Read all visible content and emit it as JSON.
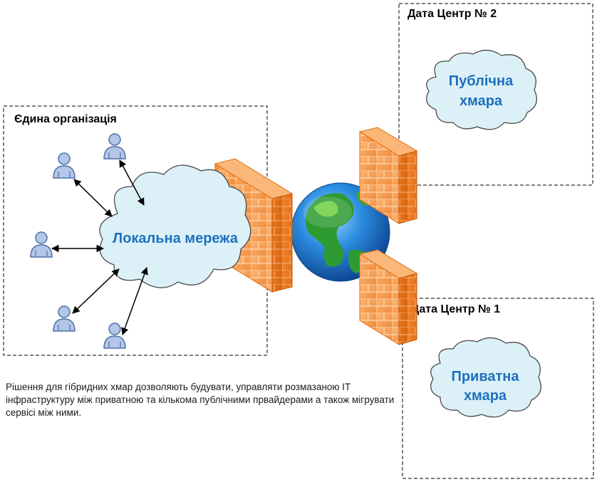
{
  "organization": {
    "title": "Єдина організація"
  },
  "local_network": {
    "label": "Локальна мережа"
  },
  "datacenter_2": {
    "title": "Дата Центр № 2",
    "cloud_line1": "Публічна",
    "cloud_line2": "хмара"
  },
  "datacenter_1": {
    "title": "Дата Центр № 1",
    "cloud_line1": "Приватна",
    "cloud_line2": "хмара"
  },
  "caption": "Рішення для гібридних хмар дозволяють будувати, управляти розмазаною IT інфраструктуру між приватною та кількома публічними првайдерами а також мігрувати сервісі між ними.",
  "icons": {
    "users": "user-icon",
    "firewalls": "firewall-icon",
    "internet": "globe-icon"
  },
  "colors": {
    "cloud_fill": "#dcf1f7",
    "cloud_stroke": "#4a4a4a",
    "cloud_text": "#1f6fbf",
    "firewall_front": "#f79646",
    "firewall_side": "#e46c0a",
    "user_fill": "#b3c6e7"
  }
}
